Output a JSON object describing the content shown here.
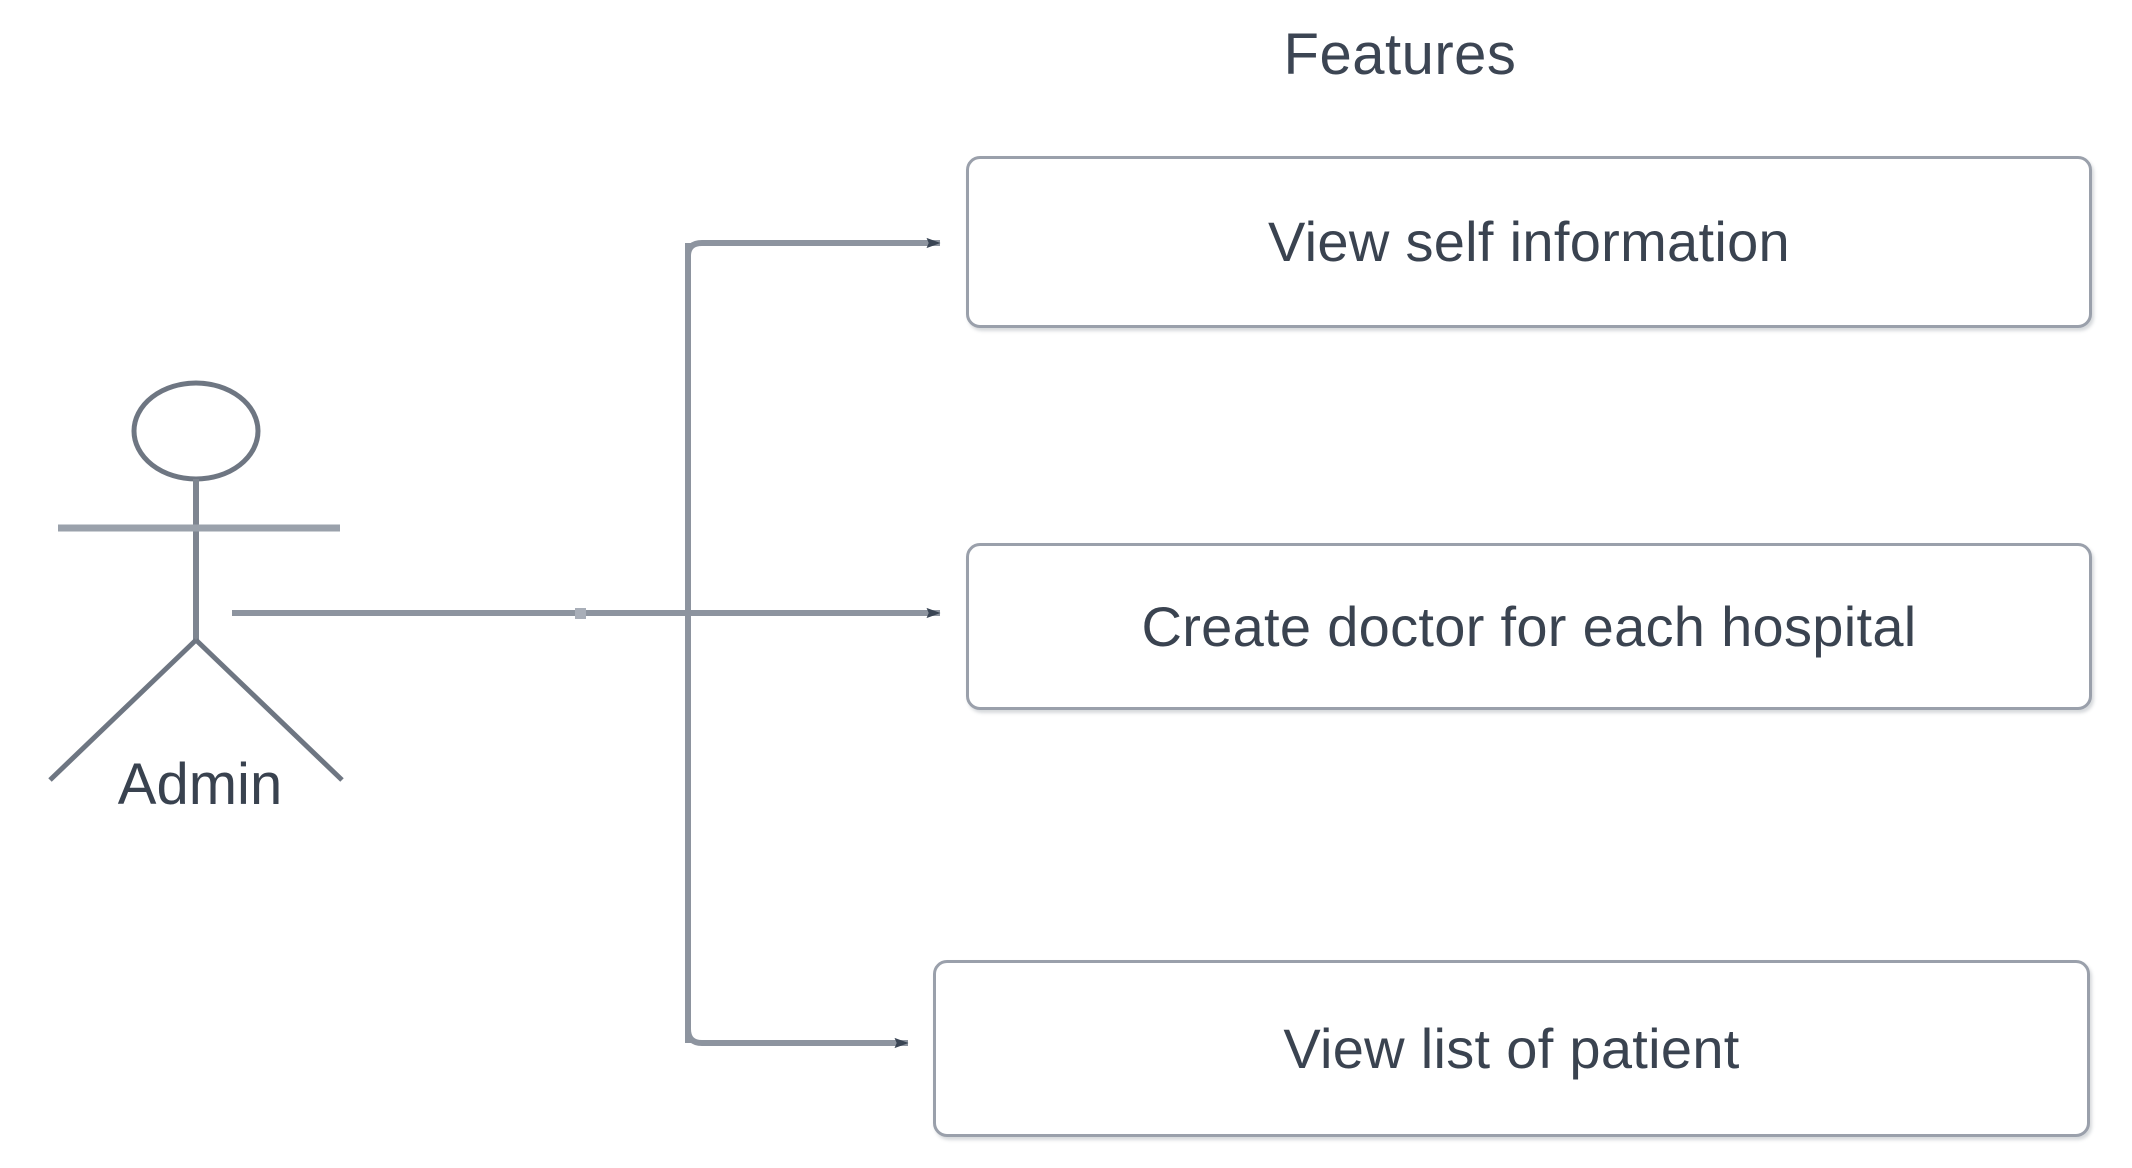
{
  "diagram": {
    "type": "use-case-diagram",
    "title": "Features",
    "background_color": "#ffffff",
    "line_color": "#8d949f",
    "arrow_color": "#3a4554",
    "text_color": "#3a4350",
    "box_border_color": "#9aa0ab"
  },
  "actor": {
    "name": "Admin",
    "shape": "stick-figure"
  },
  "use_cases": [
    {
      "id": "uc-view-self-information",
      "label": "View self information"
    },
    {
      "id": "uc-create-doctor-for-each-hospital",
      "label": "Create doctor for each hospital"
    },
    {
      "id": "uc-view-list-of-patient",
      "label": "View list of patient"
    }
  ],
  "connections": [
    {
      "from": "Admin",
      "to": "View self information",
      "style": "orthogonal",
      "arrowhead": "filled-triangle"
    },
    {
      "from": "Admin",
      "to": "Create doctor for each hospital",
      "style": "straight",
      "arrowhead": "filled-triangle"
    },
    {
      "from": "Admin",
      "to": "View list of patient",
      "style": "orthogonal",
      "arrowhead": "filled-triangle"
    }
  ]
}
